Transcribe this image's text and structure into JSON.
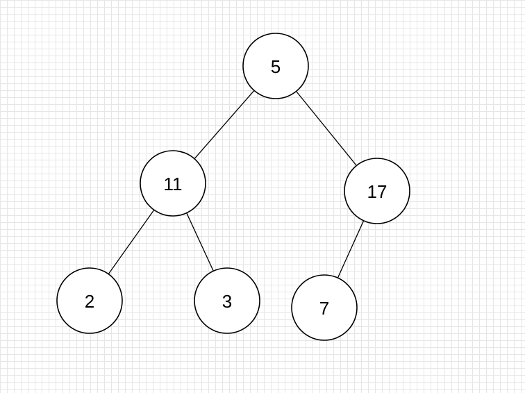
{
  "colors": {
    "node_stroke": "#000000",
    "highlight_stroke": "#b8202e",
    "edge": "#000000",
    "grid": "#e6e6e6"
  },
  "tree": {
    "nodes": [
      {
        "id": "n5",
        "label": "5",
        "highlighted": false
      },
      {
        "id": "n11",
        "label": "11",
        "highlighted": false
      },
      {
        "id": "n17",
        "label": "17",
        "highlighted": true
      },
      {
        "id": "n2",
        "label": "2",
        "highlighted": false
      },
      {
        "id": "n3",
        "label": "3",
        "highlighted": false
      },
      {
        "id": "n7",
        "label": "7",
        "highlighted": false
      }
    ],
    "edges": [
      {
        "from": "n5",
        "to": "n11"
      },
      {
        "from": "n5",
        "to": "n17"
      },
      {
        "from": "n11",
        "to": "n2"
      },
      {
        "from": "n11",
        "to": "n3"
      },
      {
        "from": "n17",
        "to": "n7"
      }
    ]
  }
}
